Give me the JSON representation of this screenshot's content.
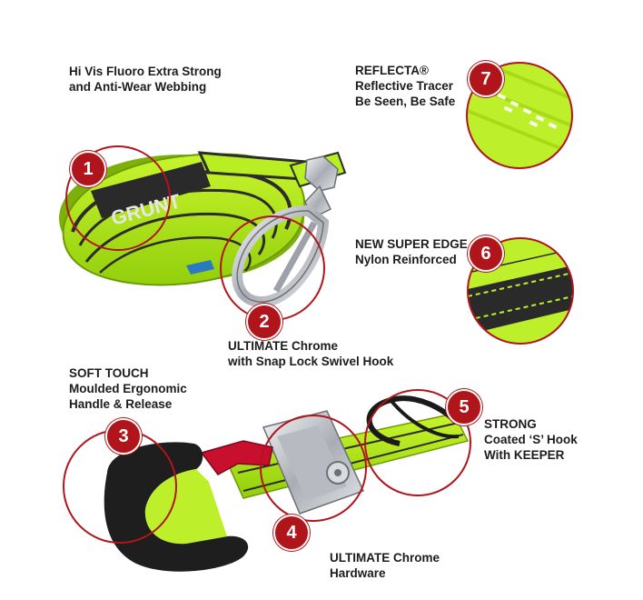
{
  "colors": {
    "accent_red": "#b0151c",
    "fluoro_green": "#b5ec1c",
    "webbing_dark": "#2a2a2a",
    "chrome": "#c9ccd1",
    "handle_black": "#1e1e1e",
    "handle_red": "#c8102e"
  },
  "logo_text": "GRUNT",
  "features": [
    {
      "number": "1",
      "lines": [
        "Hi Vis Fluoro Extra Strong",
        "and Anti-Wear Webbing"
      ]
    },
    {
      "number": "2",
      "lines": [
        "ULTIMATE Chrome",
        "with Snap Lock Swivel Hook"
      ]
    },
    {
      "number": "3",
      "lines": [
        "SOFT TOUCH",
        "Moulded Ergonomic",
        "Handle & Release"
      ]
    },
    {
      "number": "4",
      "lines": [
        "ULTIMATE Chrome",
        "Hardware"
      ]
    },
    {
      "number": "5",
      "lines": [
        "STRONG",
        "Coated ‘S’ Hook",
        "With KEEPER"
      ]
    },
    {
      "number": "6",
      "lines": [
        "NEW SUPER EDGE",
        "Nylon Reinforced"
      ]
    },
    {
      "number": "7",
      "lines": [
        "REFLECTA®",
        "Reflective Tracer",
        "Be Seen, Be Safe"
      ]
    }
  ]
}
